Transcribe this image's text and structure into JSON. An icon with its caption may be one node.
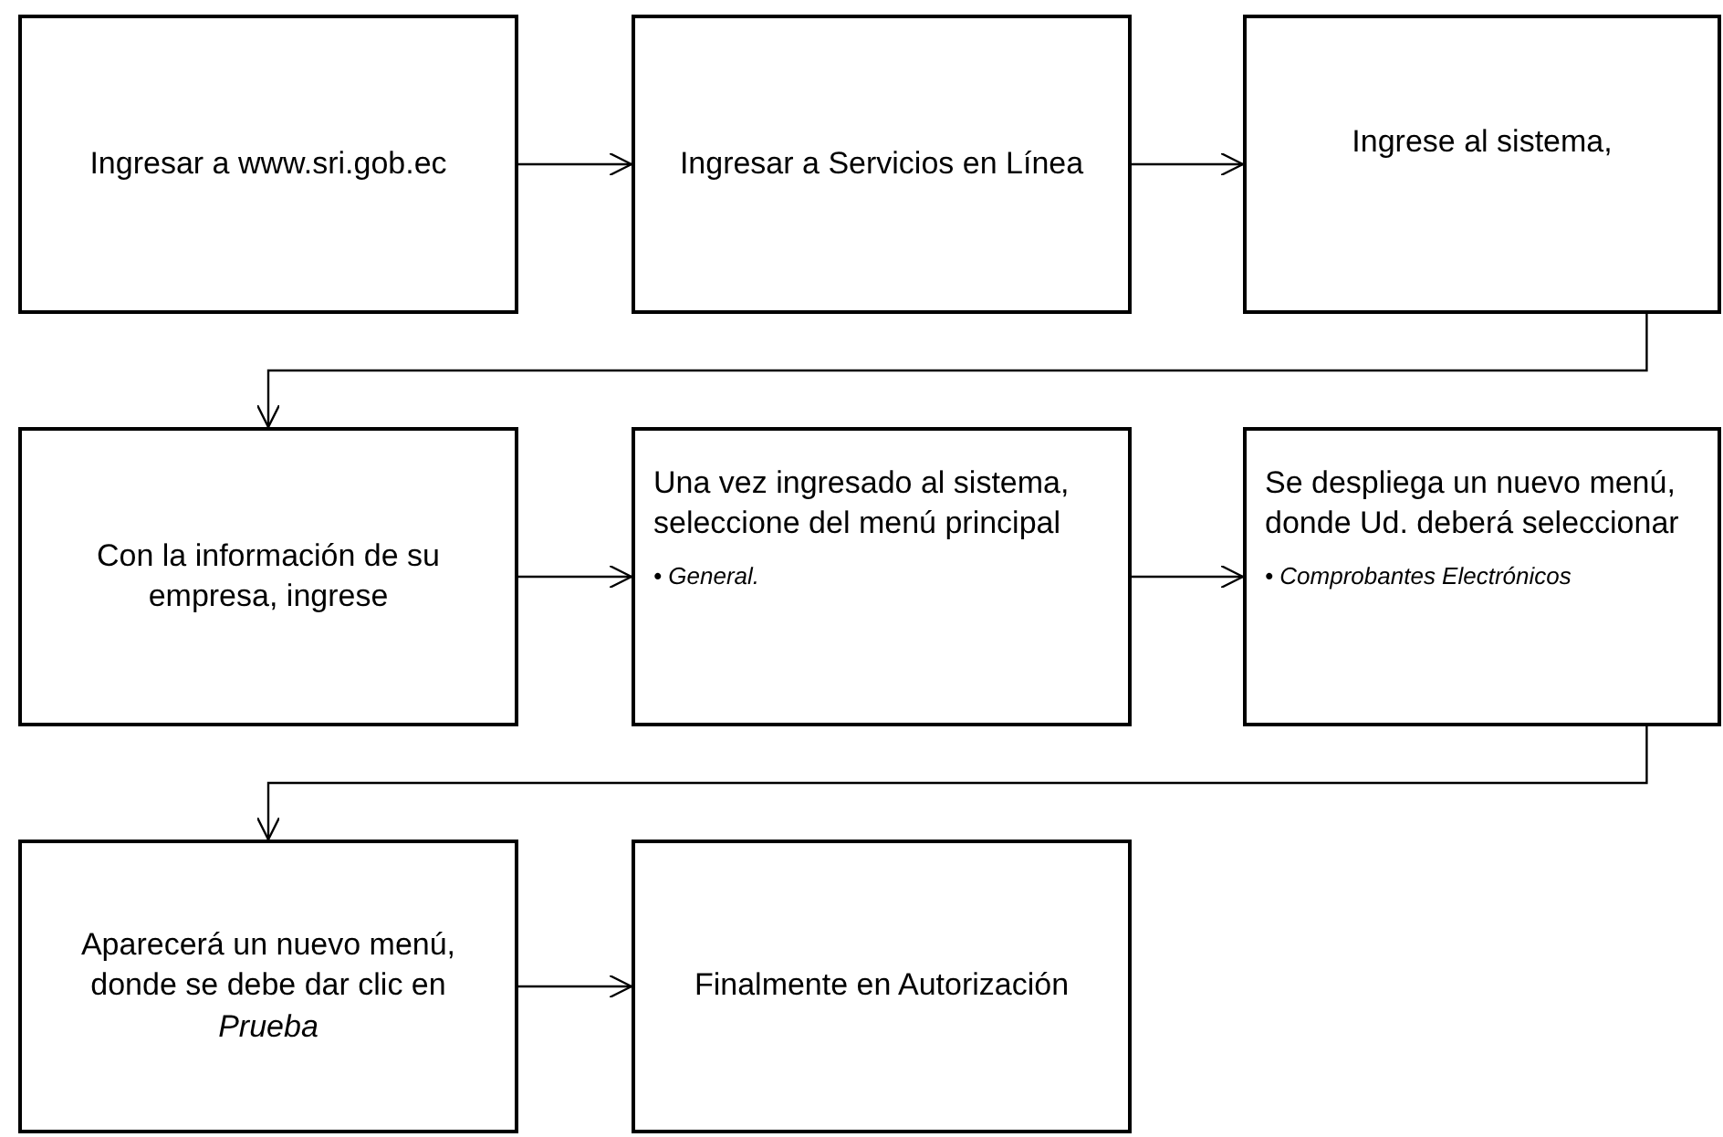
{
  "diagram": {
    "nodes": [
      {
        "text": [
          "Ingresar a www.sri.gob.ec"
        ]
      },
      {
        "text": [
          "Ingresar a Servicios en Línea"
        ]
      },
      {
        "text": [
          "Ingrese al sistema,"
        ]
      },
      {
        "text": [
          "Con la información de su empresa, ingrese"
        ]
      },
      {
        "text": [
          "Una vez ingresado al sistema, seleccione del menú principal",
          "• *General.*"
        ]
      },
      {
        "text": [
          "Se despliega un nuevo menú, donde Ud. deberá seleccionar",
          "• *Comprobantes Electrónicos*"
        ]
      },
      {
        "text": [
          "Aparecerá un nuevo menú, donde se debe dar clic en *Prueba*"
        ]
      },
      {
        "text": [
          "Finalmente en Autorización"
        ]
      }
    ],
    "edges": [
      {
        "from": 0,
        "to": 1,
        "arrow": "to"
      },
      {
        "from": 1,
        "to": 2,
        "arrow": "to"
      },
      {
        "from": 2,
        "to": 3,
        "arrow": "to"
      },
      {
        "from": 3,
        "to": 4,
        "arrow": "to"
      },
      {
        "from": 4,
        "to": 5,
        "arrow": "to"
      },
      {
        "from": 5,
        "to": 6,
        "arrow": "to"
      },
      {
        "from": 6,
        "to": 7,
        "arrow": "to"
      }
    ]
  }
}
